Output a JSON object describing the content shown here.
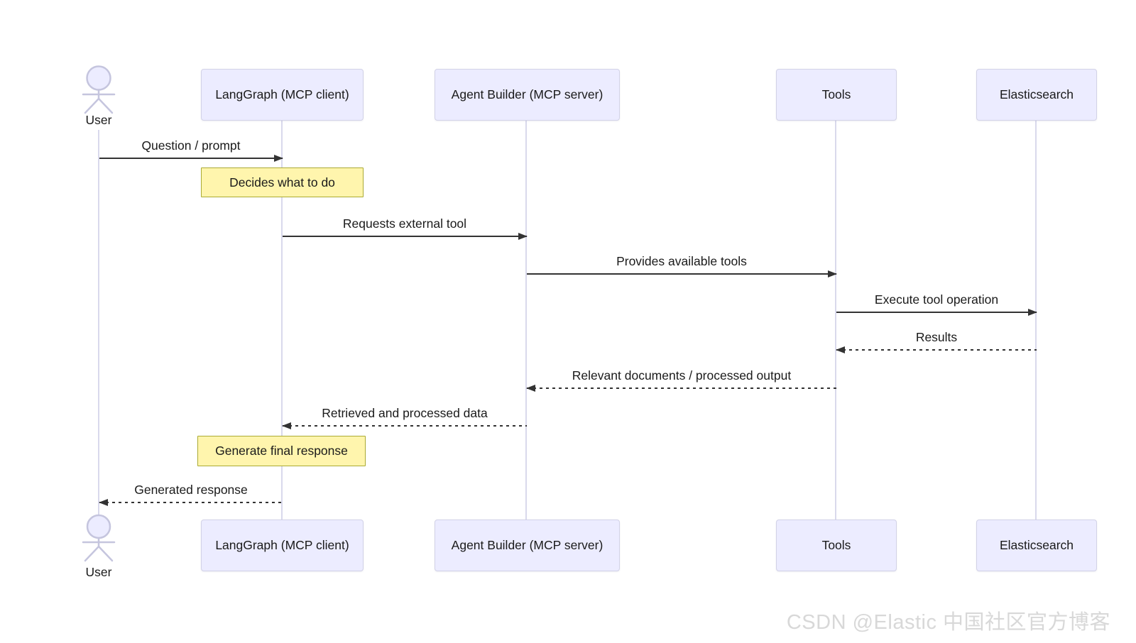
{
  "diagram": {
    "type": "sequence-diagram",
    "participants": [
      {
        "id": "user",
        "label": "User",
        "kind": "actor"
      },
      {
        "id": "langgraph",
        "label": "LangGraph (MCP client)",
        "kind": "participant"
      },
      {
        "id": "agent_builder",
        "label": "Agent Builder (MCP server)",
        "kind": "participant"
      },
      {
        "id": "tools",
        "label": "Tools",
        "kind": "participant"
      },
      {
        "id": "elasticsearch",
        "label": "Elasticsearch",
        "kind": "participant"
      }
    ],
    "messages": [
      {
        "type": "message",
        "from": "User",
        "to": "LangGraph (MCP client)",
        "label": "Question / prompt",
        "line": "solid",
        "direction": "right"
      },
      {
        "type": "note",
        "over": "LangGraph (MCP client)",
        "label": "Decides what to do"
      },
      {
        "type": "message",
        "from": "LangGraph (MCP client)",
        "to": "Agent Builder (MCP server)",
        "label": "Requests external tool",
        "line": "solid",
        "direction": "right"
      },
      {
        "type": "message",
        "from": "Agent Builder (MCP server)",
        "to": "Tools",
        "label": "Provides available tools",
        "line": "solid",
        "direction": "right"
      },
      {
        "type": "message",
        "from": "Tools",
        "to": "Elasticsearch",
        "label": "Execute tool operation",
        "line": "solid",
        "direction": "right"
      },
      {
        "type": "message",
        "from": "Elasticsearch",
        "to": "Tools",
        "label": "Results",
        "line": "dashed",
        "direction": "left"
      },
      {
        "type": "message",
        "from": "Tools",
        "to": "Agent Builder (MCP server)",
        "label": "Relevant documents / processed output",
        "line": "dashed",
        "direction": "left"
      },
      {
        "type": "message",
        "from": "Agent Builder (MCP server)",
        "to": "LangGraph (MCP client)",
        "label": "Retrieved and processed data",
        "line": "dashed",
        "direction": "left"
      },
      {
        "type": "note",
        "over": "LangGraph (MCP client)",
        "label": "Generate final response"
      },
      {
        "type": "message",
        "from": "LangGraph (MCP client)",
        "to": "User",
        "label": "Generated response",
        "line": "dashed",
        "direction": "left"
      }
    ],
    "watermark": "CSDN @Elastic 中国社区官方博客",
    "colors": {
      "participant_fill": "#ECECFF",
      "participant_border": "#D2D2E7",
      "note_fill": "#FFF5AD",
      "note_border": "#AAAA33",
      "lifeline": "#D9D9EC",
      "arrow": "#333333",
      "text": "#1A1A1A",
      "actor_stroke": "#C5C5DE",
      "watermark": "#D8D8D8"
    }
  }
}
